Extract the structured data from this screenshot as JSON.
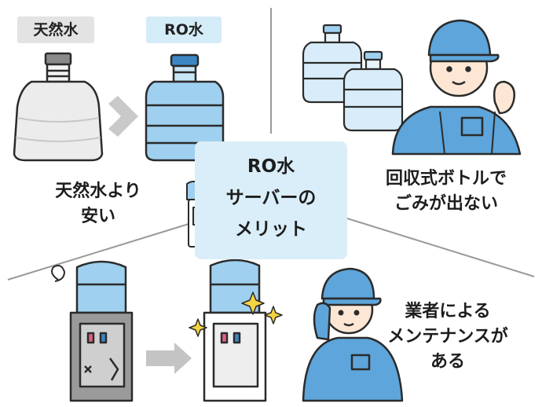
{
  "title": {
    "lines": [
      "RO水",
      "サーバーの",
      "メリット"
    ]
  },
  "labels": {
    "natural_water": "天然水",
    "ro_water": "RO水"
  },
  "merits": {
    "cheaper": [
      "天然水より",
      "安い"
    ],
    "recyclable_bottle": [
      "回収式ボトルで",
      "ごみが出ない"
    ],
    "maintenance": [
      "業者による",
      "メンテナンスが",
      "ある"
    ]
  },
  "colors": {
    "water_blue": "#9fd0ef",
    "label_bg_gray": "#e3e3e3",
    "label_bg_blue": "#d4ecf7",
    "center_bg": "#d9eef8",
    "uniform_blue": "#5da5da",
    "outline": "#2b2b2b"
  },
  "icons": [
    "natural-water-bottle-icon",
    "ro-water-bottle-icon",
    "arrow-right-icon",
    "water-server-icon",
    "worker-icon",
    "sparkle-icon"
  ]
}
